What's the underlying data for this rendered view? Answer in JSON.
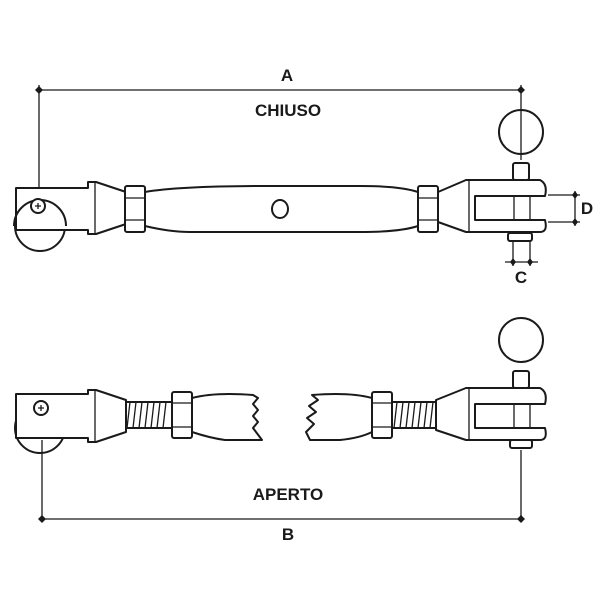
{
  "labels": {
    "dim_a": "A",
    "closed": "CHIUSO",
    "dim_d": "D",
    "dim_c": "C",
    "open": "APERTO",
    "dim_b": "B"
  },
  "colors": {
    "line": "#1a1a1a",
    "background": "#ffffff"
  }
}
